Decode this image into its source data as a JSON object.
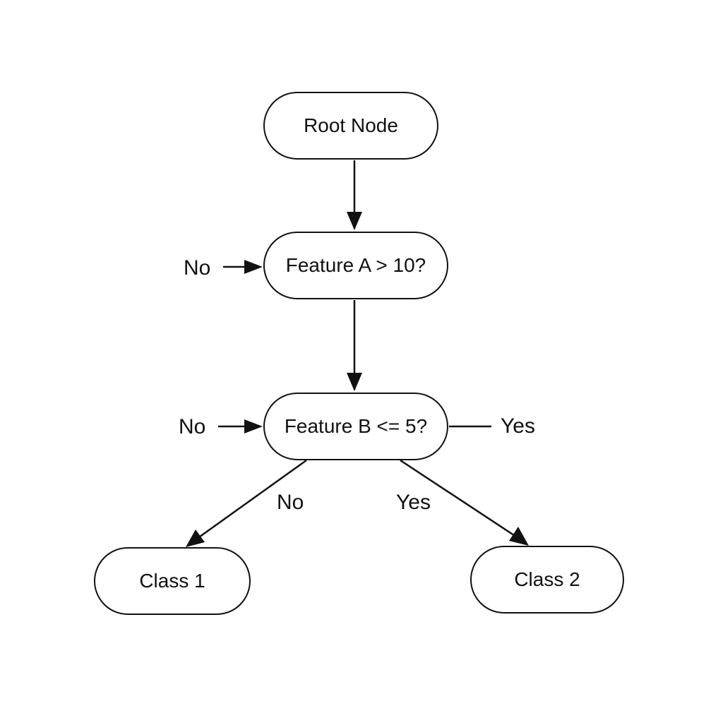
{
  "nodes": {
    "root": "Root Node",
    "feature_a": "Feature A > 10?",
    "feature_b": "Feature B <= 5?",
    "class_1": "Class 1",
    "class_2": "Class 2"
  },
  "edge_labels": {
    "feature_a_incoming": "No",
    "feature_b_incoming": "No",
    "feature_b_side": "Yes",
    "feature_b_to_class_1": "No",
    "feature_b_to_class_2": "Yes"
  },
  "colors": {
    "stroke": "#111111",
    "background": "#ffffff"
  }
}
